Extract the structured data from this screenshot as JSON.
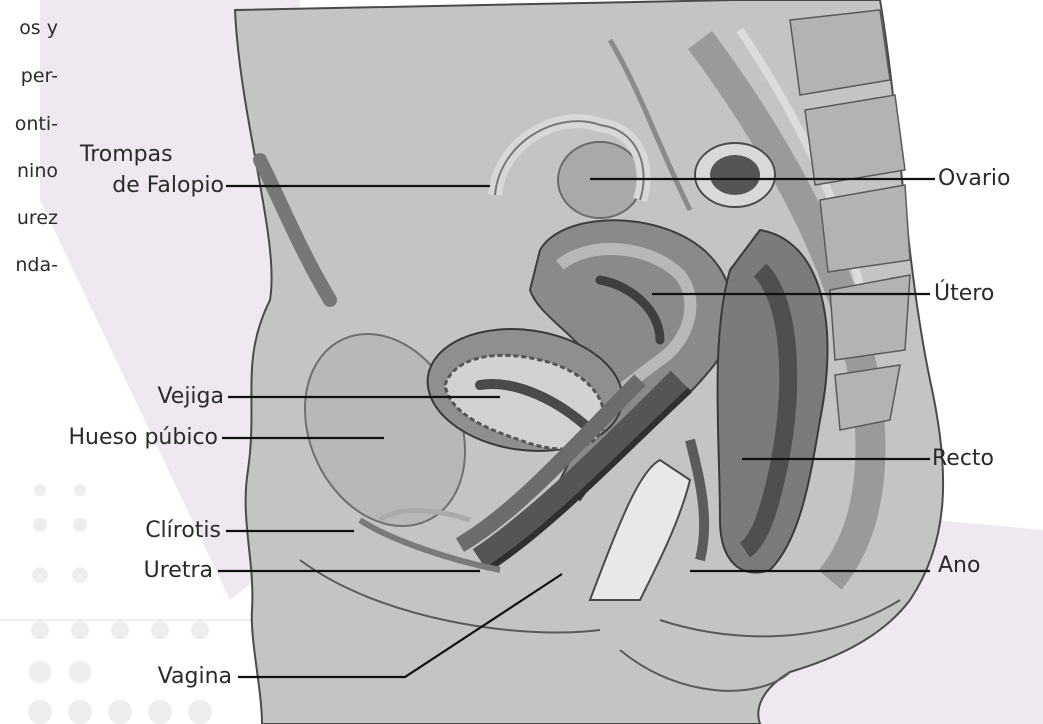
{
  "text_fragments": [
    "os y",
    "per-",
    "onti-",
    "nino",
    "urez",
    "nda-"
  ],
  "labels": {
    "trompas_line1": "Trompas",
    "trompas_line2": "de Falopio",
    "ovario": "Ovario",
    "utero": "Útero",
    "vejiga": "Vejiga",
    "hueso": "Hueso púbico",
    "recto": "Recto",
    "clirotis": "Clírotis",
    "uretra": "Uretra",
    "ano": "Ano",
    "vagina": "Vagina"
  },
  "colors": {
    "background_accent": "#efe8f0",
    "body_tissue": "#c9c9c9",
    "organ_dark": "#6e6e6e",
    "leader_line": "#111111"
  }
}
